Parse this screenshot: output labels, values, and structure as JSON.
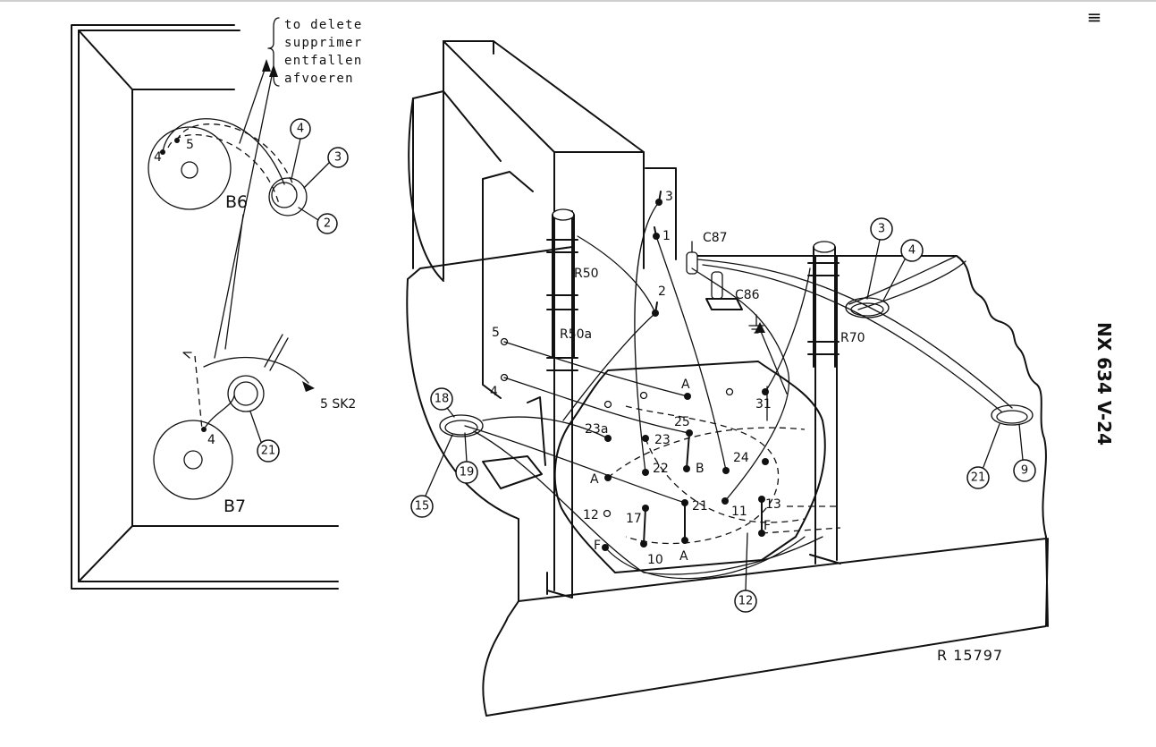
{
  "menu": {
    "icon": "menu-icon",
    "glyph": "≡"
  },
  "note": {
    "lines": [
      "to delete",
      "supprimer",
      "entfallen",
      "afvoeren"
    ]
  },
  "left_panel": {
    "b6": {
      "name": "B6",
      "pin_a": "4",
      "pin_b": "5"
    },
    "b7": {
      "name": "B7",
      "pin_a": "4"
    },
    "sk2": "5  SK2",
    "callouts": [
      "4",
      "3",
      "2",
      "21"
    ]
  },
  "right_panel": {
    "components": [
      "R50",
      "R50a",
      "C87",
      "C86",
      "R70"
    ],
    "pins_top": [
      "3",
      "1",
      "2"
    ],
    "side_pins": [
      "5",
      "4"
    ],
    "board_labels": [
      "A",
      "31",
      "25",
      "23",
      "23a",
      "22",
      "B",
      "24",
      "A",
      "21",
      "11",
      "13",
      "12",
      "17",
      "F",
      "10",
      "A",
      "F"
    ],
    "callouts": [
      "18",
      "19",
      "15",
      "12",
      "3",
      "4",
      "21",
      "9"
    ]
  },
  "side_code": "NX 634 V-24",
  "drawing_ref": "R 15797"
}
